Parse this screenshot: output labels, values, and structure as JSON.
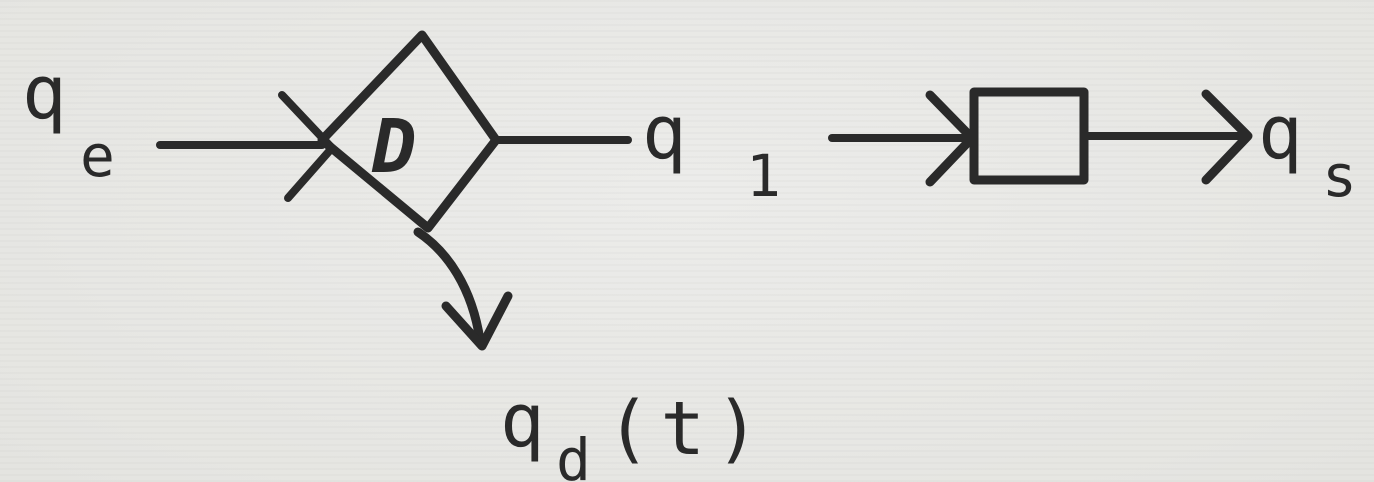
{
  "nodes": {
    "divider_symbol": "D"
  },
  "labels": {
    "input": {
      "main": "q",
      "sub": "e"
    },
    "intermediate": {
      "main": "q",
      "sub": "1"
    },
    "output": {
      "main": "q",
      "sub": "s"
    },
    "diverted": {
      "main": "q",
      "sub": "d",
      "suffix": "(t)"
    }
  }
}
